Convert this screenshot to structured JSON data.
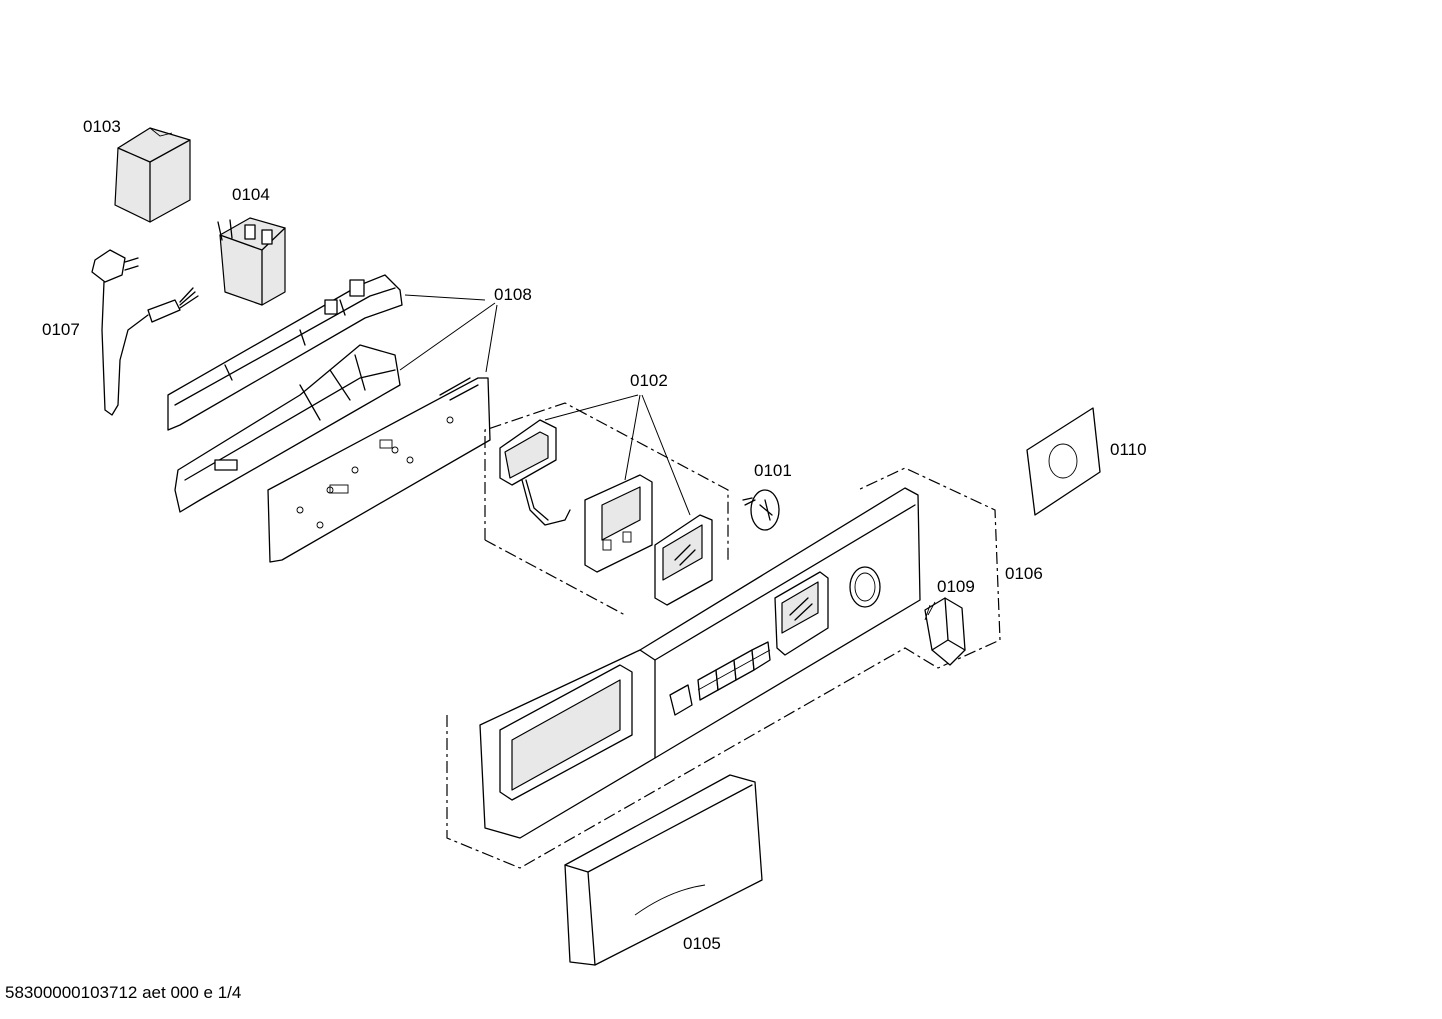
{
  "diagram": {
    "parts": [
      {
        "id": "0101",
        "label": "0101"
      },
      {
        "id": "0102",
        "label": "0102"
      },
      {
        "id": "0103",
        "label": "0103"
      },
      {
        "id": "0104",
        "label": "0104"
      },
      {
        "id": "0105",
        "label": "0105"
      },
      {
        "id": "0106",
        "label": "0106"
      },
      {
        "id": "0107",
        "label": "0107"
      },
      {
        "id": "0108",
        "label": "0108"
      },
      {
        "id": "0109",
        "label": "0109"
      },
      {
        "id": "0110",
        "label": "0110"
      }
    ],
    "footer": "58300000103712 aet 000 e 1/4"
  }
}
